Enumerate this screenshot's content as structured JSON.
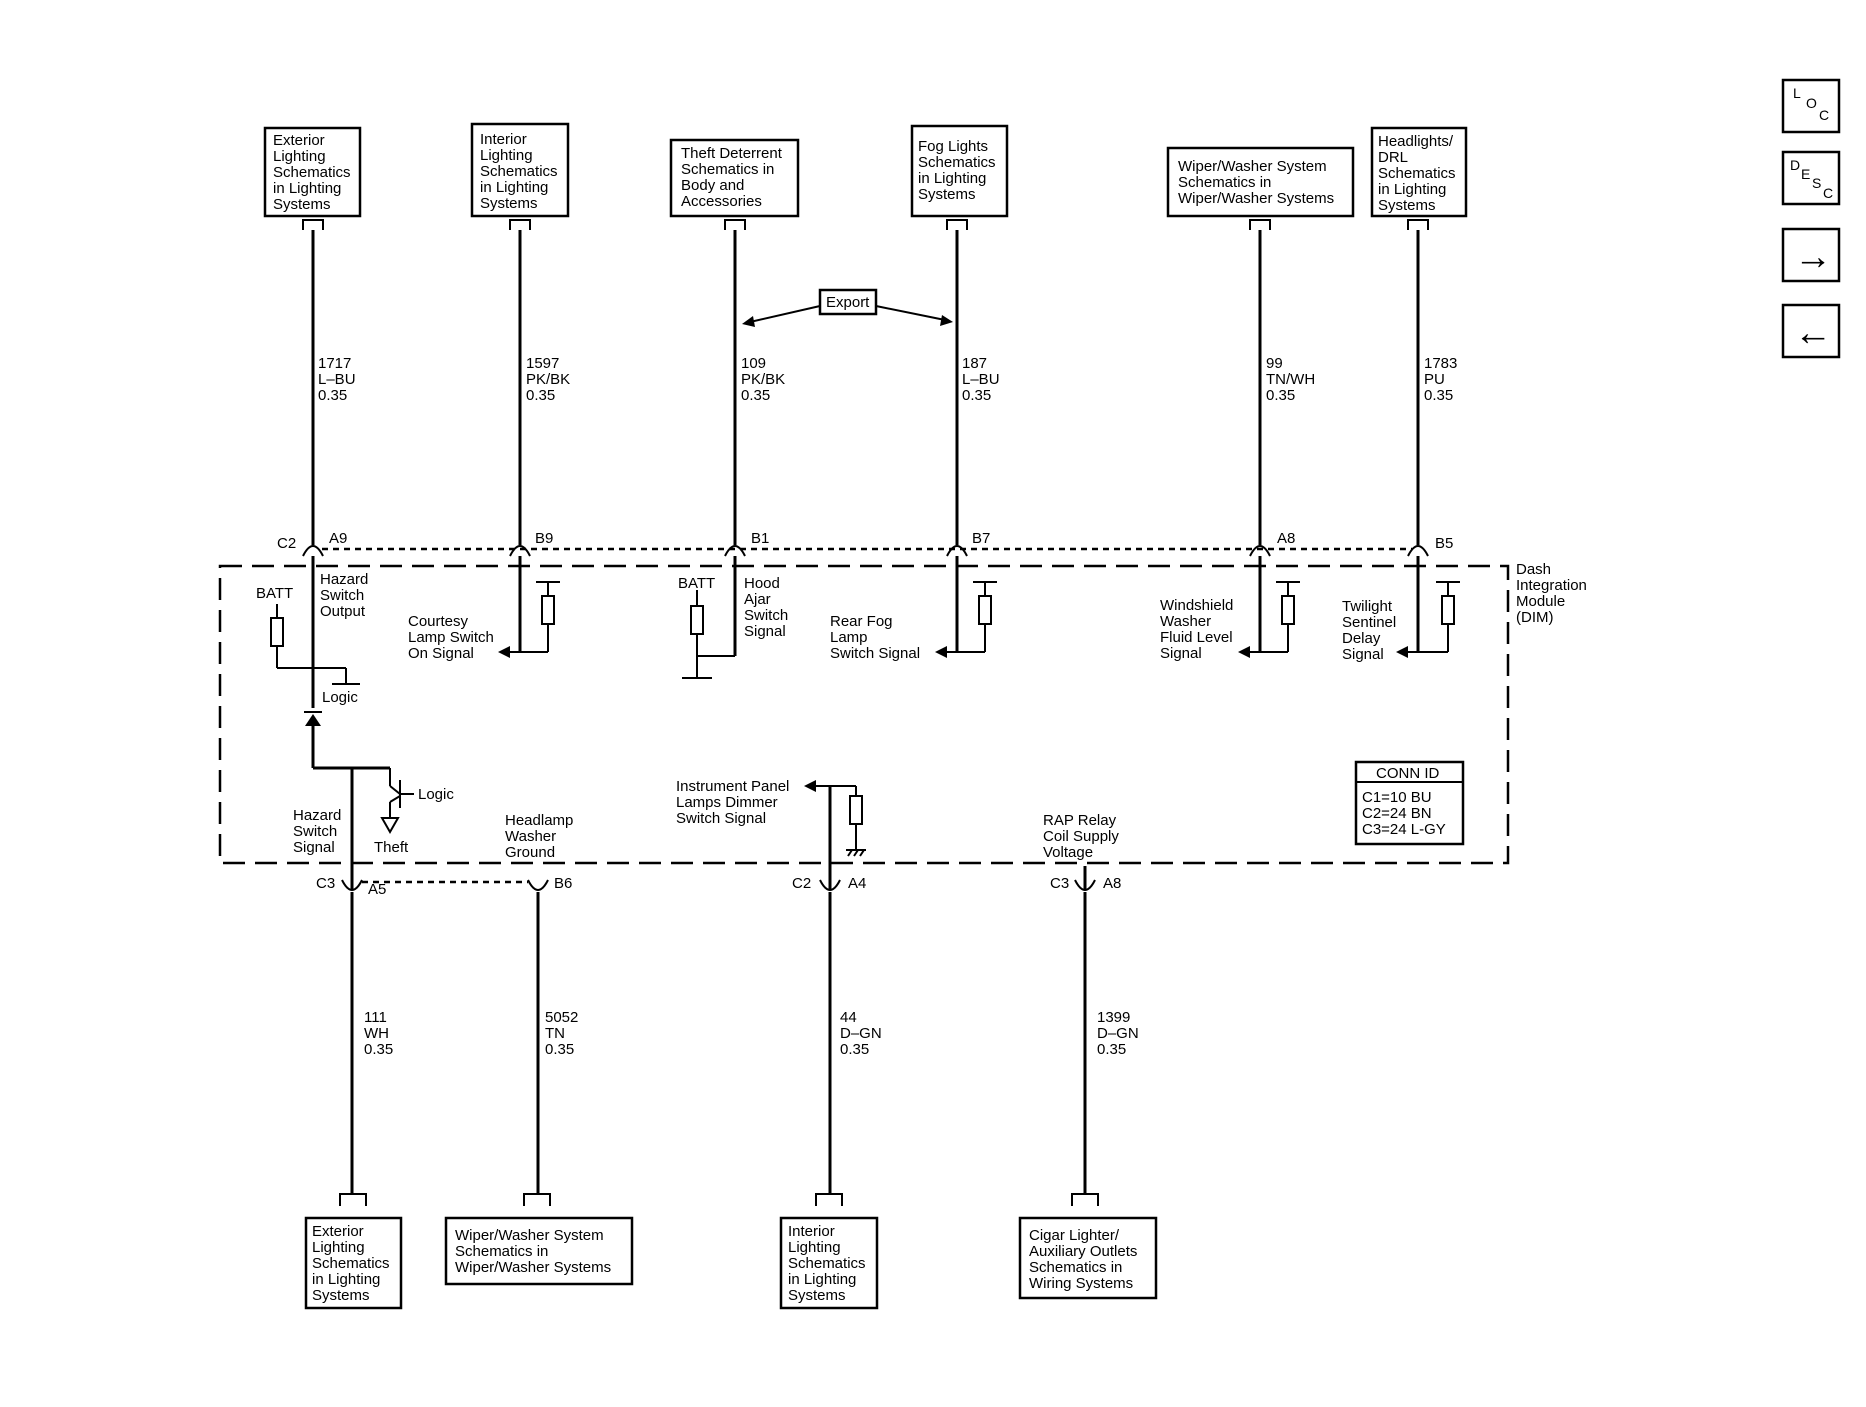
{
  "top_boxes": [
    {
      "id": "ext-lighting-top",
      "lines": [
        "Exterior",
        "Lighting",
        "Schematics",
        "in Lighting",
        "Systems"
      ]
    },
    {
      "id": "int-lighting-top",
      "lines": [
        "Interior",
        "Lighting",
        "Schematics",
        "in Lighting",
        "Systems"
      ]
    },
    {
      "id": "theft-deterrent",
      "lines": [
        "Theft Deterrent",
        "Schematics in",
        "Body and",
        "Accessories"
      ]
    },
    {
      "id": "fog-lights",
      "lines": [
        "Fog Lights",
        "Schematics",
        "in Lighting",
        "Systems"
      ]
    },
    {
      "id": "wiper-washer-top",
      "lines": [
        "Wiper/Washer System",
        "Schematics in",
        "Wiper/Washer Systems"
      ]
    },
    {
      "id": "headlights-drl",
      "lines": [
        "Headlights/",
        "DRL",
        "Schematics",
        "in Lighting",
        "Systems"
      ]
    }
  ],
  "export_label": "Export",
  "top_wires": [
    {
      "lines": [
        "1717",
        "L–BU",
        "0.35"
      ],
      "pin": "A9",
      "connector": "C2"
    },
    {
      "lines": [
        "1597",
        "PK/BK",
        "0.35"
      ],
      "pin": "B9"
    },
    {
      "lines": [
        "109",
        "PK/BK",
        "0.35"
      ],
      "pin": "B1"
    },
    {
      "lines": [
        "187",
        "L–BU",
        "0.35"
      ],
      "pin": "B7"
    },
    {
      "lines": [
        "99",
        "TN/WH",
        "0.35"
      ],
      "pin": "A8"
    },
    {
      "lines": [
        "1783",
        "PU",
        "0.35"
      ],
      "pin": "B5"
    }
  ],
  "module": {
    "lines": [
      "Dash",
      "Integration",
      "Module",
      "(DIM)"
    ]
  },
  "signals": {
    "hazard_output": [
      "Hazard",
      "Switch",
      "Output"
    ],
    "batt_left": "BATT",
    "logic_1": "Logic",
    "logic_2": "Logic",
    "theft": "Theft",
    "courtesy": [
      "Courtesy",
      "Lamp Switch",
      "On Signal"
    ],
    "batt_hood": "BATT",
    "hood_ajar": [
      "Hood",
      "Ajar",
      "Switch",
      "Signal"
    ],
    "rear_fog": [
      "Rear Fog",
      "Lamp",
      "Switch Signal"
    ],
    "washer_fluid": [
      "Windshield",
      "Washer",
      "Fluid Level",
      "Signal"
    ],
    "twilight": [
      "Twilight",
      "Sentinel",
      "Delay",
      "Signal"
    ],
    "hazard_signal": [
      "Hazard",
      "Switch",
      "Signal"
    ],
    "headlamp_washer": [
      "Headlamp",
      "Washer",
      "Ground"
    ],
    "dimmer": [
      "Instrument Panel",
      "Lamps Dimmer",
      "Switch Signal"
    ],
    "rap_relay": [
      "RAP Relay",
      "Coil Supply",
      "Voltage"
    ]
  },
  "conn_id": {
    "title": "CONN ID",
    "lines": [
      "C1=10 BU",
      "C2=24 BN",
      "C3=24 L-GY"
    ]
  },
  "bottom_wires": [
    {
      "lines": [
        "111",
        "WH",
        "0.35"
      ],
      "connector": "C3",
      "pin": "A5"
    },
    {
      "lines": [
        "5052",
        "TN",
        "0.35"
      ],
      "pin": "B6"
    },
    {
      "lines": [
        "44",
        "D–GN",
        "0.35"
      ],
      "connector": "C2",
      "pin": "A4"
    },
    {
      "lines": [
        "1399",
        "D–GN",
        "0.35"
      ],
      "connector": "C3",
      "pin": "A8"
    }
  ],
  "bottom_boxes": [
    {
      "id": "ext-lighting-bottom",
      "lines": [
        "Exterior",
        "Lighting",
        "Schematics",
        "in Lighting",
        "Systems"
      ]
    },
    {
      "id": "wiper-washer-bottom",
      "lines": [
        "Wiper/Washer System",
        "Schematics in",
        "Wiper/Washer Systems"
      ]
    },
    {
      "id": "int-lighting-bottom",
      "lines": [
        "Interior",
        "Lighting",
        "Schematics",
        "in Lighting",
        "Systems"
      ]
    },
    {
      "id": "cigar-lighter",
      "lines": [
        "Cigar Lighter/",
        "Auxiliary Outlets",
        "Schematics in",
        "Wiring Systems"
      ]
    }
  ],
  "nav": {
    "loc": [
      "L",
      "O",
      "C"
    ],
    "desc": [
      "D",
      "E",
      "S",
      "C"
    ],
    "next": "→",
    "prev": "←"
  }
}
